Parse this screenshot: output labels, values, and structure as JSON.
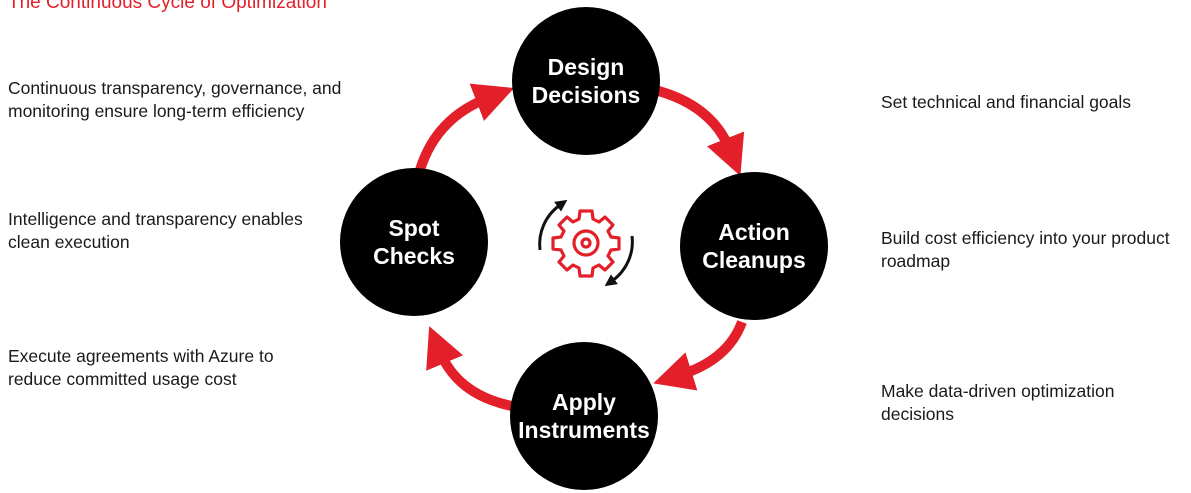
{
  "title": "The Continuous Cycle of Optimization",
  "nodes": {
    "design": {
      "line1": "Design",
      "line2": "Decisions"
    },
    "action": {
      "line1": "Action",
      "line2": "Cleanups"
    },
    "apply": {
      "line1": "Apply",
      "line2": "Instruments"
    },
    "spot": {
      "line1": "Spot",
      "line2": "Checks"
    }
  },
  "notes": {
    "left_top": "Continuous transparency, governance, and monitoring ensure long-term efficiency",
    "left_middle": "Intelligence and transparency enables clean execution",
    "left_bottom": "Execute agreements with Azure to reduce committed usage cost",
    "right_top": "Set technical and financial goals",
    "right_middle": "Build cost efficiency into your product roadmap",
    "right_bottom": "Make data-driven optimization decisions"
  },
  "center_icon": "gear-cycle-icon",
  "colors": {
    "accent": "#e3202a",
    "node_fill": "#000000",
    "node_text": "#ffffff"
  }
}
